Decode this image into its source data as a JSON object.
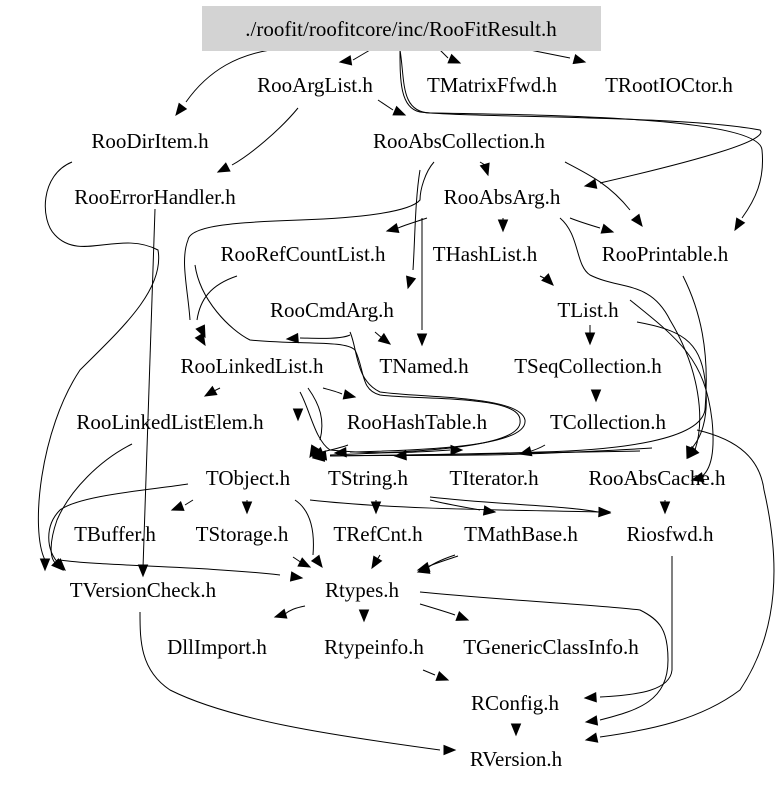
{
  "diagram": {
    "title": "./roofit/roofitcore/inc/RooFitResult.h",
    "root_fill": "#d3d3d3",
    "nodes": [
      {
        "id": "root",
        "label": "./roofit/roofitcore/inc/RooFitResult.h"
      },
      {
        "id": "RooArgList",
        "label": "RooArgList.h"
      },
      {
        "id": "TMatrixFfwd",
        "label": "TMatrixFfwd.h"
      },
      {
        "id": "TRootIOCtor",
        "label": "TRootIOCtor.h"
      },
      {
        "id": "RooDirItem",
        "label": "RooDirItem.h"
      },
      {
        "id": "RooAbsCollection",
        "label": "RooAbsCollection.h"
      },
      {
        "id": "RooErrorHandler",
        "label": "RooErrorHandler.h"
      },
      {
        "id": "RooAbsArg",
        "label": "RooAbsArg.h"
      },
      {
        "id": "RooRefCountList",
        "label": "RooRefCountList.h"
      },
      {
        "id": "THashList",
        "label": "THashList.h"
      },
      {
        "id": "RooPrintable",
        "label": "RooPrintable.h"
      },
      {
        "id": "RooCmdArg",
        "label": "RooCmdArg.h"
      },
      {
        "id": "TList",
        "label": "TList.h"
      },
      {
        "id": "RooLinkedList",
        "label": "RooLinkedList.h"
      },
      {
        "id": "TNamed",
        "label": "TNamed.h"
      },
      {
        "id": "TSeqCollection",
        "label": "TSeqCollection.h"
      },
      {
        "id": "RooLinkedListElem",
        "label": "RooLinkedListElem.h"
      },
      {
        "id": "RooHashTable",
        "label": "RooHashTable.h"
      },
      {
        "id": "TCollection",
        "label": "TCollection.h"
      },
      {
        "id": "TObject",
        "label": "TObject.h"
      },
      {
        "id": "TString",
        "label": "TString.h"
      },
      {
        "id": "TIterator",
        "label": "TIterator.h"
      },
      {
        "id": "RooAbsCache",
        "label": "RooAbsCache.h"
      },
      {
        "id": "TBuffer",
        "label": "TBuffer.h"
      },
      {
        "id": "TStorage",
        "label": "TStorage.h"
      },
      {
        "id": "TRefCnt",
        "label": "TRefCnt.h"
      },
      {
        "id": "TMathBase",
        "label": "TMathBase.h"
      },
      {
        "id": "Riosfwd",
        "label": "Riosfwd.h"
      },
      {
        "id": "TVersionCheck",
        "label": "TVersionCheck.h"
      },
      {
        "id": "Rtypes",
        "label": "Rtypes.h"
      },
      {
        "id": "DllImport",
        "label": "DllImport.h"
      },
      {
        "id": "Rtypeinfo",
        "label": "Rtypeinfo.h"
      },
      {
        "id": "TGenericClassInfo",
        "label": "TGenericClassInfo.h"
      },
      {
        "id": "RConfig",
        "label": "RConfig.h"
      },
      {
        "id": "RVersion",
        "label": "RVersion.h"
      }
    ],
    "edges": [
      {
        "from": "root",
        "to": "RooArgList"
      },
      {
        "from": "root",
        "to": "TMatrixFfwd"
      },
      {
        "from": "root",
        "to": "TRootIOCtor"
      },
      {
        "from": "root",
        "to": "RooDirItem"
      },
      {
        "from": "root",
        "to": "RooAbsArg"
      },
      {
        "from": "root",
        "to": "RooPrintable"
      },
      {
        "from": "RooArgList",
        "to": "RooAbsCollection"
      },
      {
        "from": "RooArgList",
        "to": "RooErrorHandler"
      },
      {
        "from": "RooDirItem",
        "to": "TVersionCheck"
      },
      {
        "from": "RooAbsCollection",
        "to": "RooAbsArg"
      },
      {
        "from": "RooAbsCollection",
        "to": "RooPrintable"
      },
      {
        "from": "RooAbsCollection",
        "to": "RooLinkedList"
      },
      {
        "from": "RooAbsCollection",
        "to": "RooCmdArg"
      },
      {
        "from": "RooErrorHandler",
        "to": "TVersionCheck"
      },
      {
        "from": "RooAbsArg",
        "to": "RooRefCountList"
      },
      {
        "from": "RooAbsArg",
        "to": "THashList"
      },
      {
        "from": "RooAbsArg",
        "to": "RooPrintable"
      },
      {
        "from": "RooAbsArg",
        "to": "TNamed"
      },
      {
        "from": "RooAbsArg",
        "to": "RooAbsCache"
      },
      {
        "from": "RooRefCountList",
        "to": "RooLinkedList"
      },
      {
        "from": "RooRefCountList",
        "to": "TObject"
      },
      {
        "from": "THashList",
        "to": "TList"
      },
      {
        "from": "RooPrintable",
        "to": "TObject"
      },
      {
        "from": "RooCmdArg",
        "to": "TNamed"
      },
      {
        "from": "RooCmdArg",
        "to": "RooLinkedList"
      },
      {
        "from": "RooCmdArg",
        "to": "TString"
      },
      {
        "from": "TList",
        "to": "TSeqCollection"
      },
      {
        "from": "TList",
        "to": "TObject"
      },
      {
        "from": "TList",
        "to": "Riosfwd"
      },
      {
        "from": "RooLinkedList",
        "to": "RooLinkedListElem"
      },
      {
        "from": "RooLinkedList",
        "to": "RooHashTable"
      },
      {
        "from": "RooLinkedList",
        "to": "TObject"
      },
      {
        "from": "RooLinkedList",
        "to": "TIterator"
      },
      {
        "from": "TSeqCollection",
        "to": "TCollection"
      },
      {
        "from": "RooLinkedListElem",
        "to": "TObject"
      },
      {
        "from": "RooLinkedListElem",
        "to": "TVersionCheck"
      },
      {
        "from": "RooHashTable",
        "to": "TObject"
      },
      {
        "from": "TCollection",
        "to": "TObject"
      },
      {
        "from": "TCollection",
        "to": "TIterator"
      },
      {
        "from": "TCollection",
        "to": "TString"
      },
      {
        "from": "TCollection",
        "to": "RVersion"
      },
      {
        "from": "TObject",
        "to": "TBuffer"
      },
      {
        "from": "TObject",
        "to": "TStorage"
      },
      {
        "from": "TObject",
        "to": "Rtypes"
      },
      {
        "from": "TObject",
        "to": "TVersionCheck"
      },
      {
        "from": "TObject",
        "to": "Riosfwd"
      },
      {
        "from": "TString",
        "to": "TRefCnt"
      },
      {
        "from": "TString",
        "to": "TMathBase"
      },
      {
        "from": "TString",
        "to": "Riosfwd"
      },
      {
        "from": "TIterator",
        "to": "Rtypes"
      },
      {
        "from": "RooAbsCache",
        "to": "Riosfwd"
      },
      {
        "from": "TStorage",
        "to": "Rtypes"
      },
      {
        "from": "TRefCnt",
        "to": "Rtypes"
      },
      {
        "from": "TMathBase",
        "to": "Rtypes"
      },
      {
        "from": "Riosfwd",
        "to": "RConfig"
      },
      {
        "from": "TVersionCheck",
        "to": "Rtypes"
      },
      {
        "from": "TVersionCheck",
        "to": "RVersion"
      },
      {
        "from": "Rtypes",
        "to": "DllImport"
      },
      {
        "from": "Rtypes",
        "to": "Rtypeinfo"
      },
      {
        "from": "Rtypes",
        "to": "TGenericClassInfo"
      },
      {
        "from": "Rtypes",
        "to": "RVersion"
      },
      {
        "from": "Rtypeinfo",
        "to": "RConfig"
      },
      {
        "from": "RConfig",
        "to": "RVersion"
      }
    ]
  }
}
